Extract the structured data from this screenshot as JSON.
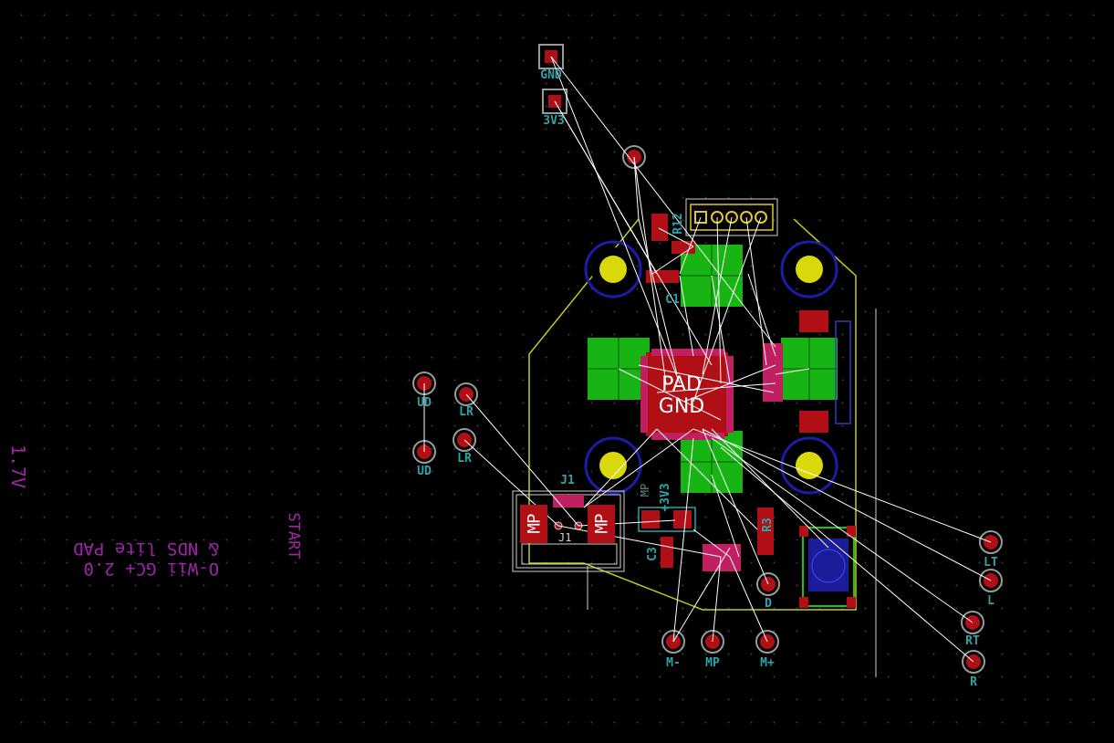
{
  "colors": {
    "background": "#000000",
    "grid": "#3a3a3a",
    "pad_red": "#b00f16",
    "pad_green": "#18b414",
    "silk_teal": "#2fa3a8",
    "fab_magenta": "#a024a8",
    "ratsnest": "#ffffff",
    "edge_yellow": "#c8c816",
    "hole_yellow": "#d8d80a",
    "mount_ring_blue": "#1c1ca8",
    "connector_gold": "#e6c81e"
  },
  "silkscreen": {
    "gnd": "GND",
    "v3": "3V3",
    "ud1": "UD",
    "ud2": "UD",
    "lr1": "LR",
    "lr2": "LR",
    "j1": "J1",
    "j1b": "J1",
    "mp_pad_1": "MP",
    "mp_pad_2": "MP",
    "mp_text": "MP",
    "plus3v3": "+3V3",
    "c1": "C1",
    "c3": "C3",
    "r12": "R12",
    "r3": "R3",
    "pad_gnd": "PAD\nGND",
    "m_minus": "M-",
    "mp_bottom": "MP",
    "m_plus": "M+",
    "d": "D",
    "lt": "LT",
    "l": "L",
    "rt": "RT",
    "r": "R"
  },
  "fab_text": {
    "title": "O-Wii GC+ 2.0\n& NDS lite PAD",
    "start": "START",
    "version": "1.7V"
  }
}
